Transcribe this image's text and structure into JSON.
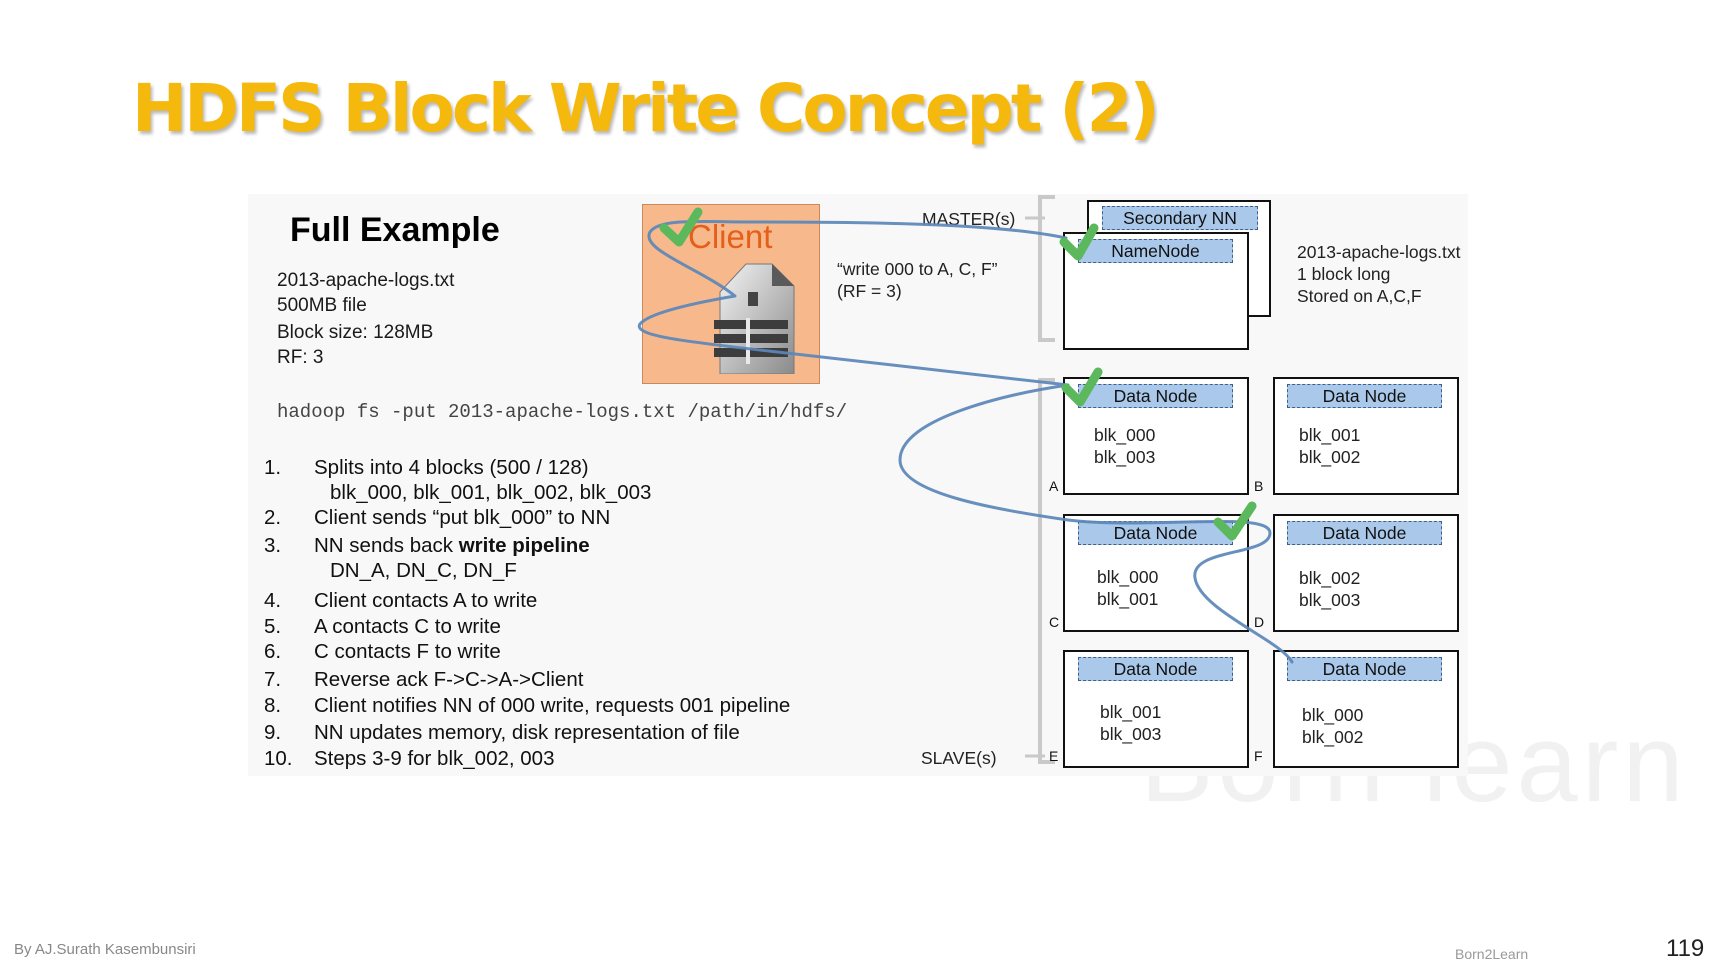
{
  "title": "HDFS Block Write Concept (2)",
  "full_example": {
    "heading": "Full Example",
    "info": [
      "2013-apache-logs.txt",
      "500MB file",
      "Block size: 128MB",
      "RF: 3"
    ],
    "command": "hadoop fs -put 2013-apache-logs.txt /path/in/hdfs/"
  },
  "steps": [
    {
      "num": "1.",
      "text": "Splits into 4 blocks (500 / 128)",
      "sub": "blk_000, blk_001, blk_002, blk_003"
    },
    {
      "num": "2.",
      "text": "Client sends “put blk_000” to NN"
    },
    {
      "num": "3.",
      "text": "NN sends back ",
      "bold": "write pipeline",
      "sub": "DN_A, DN_C, DN_F"
    },
    {
      "num": "4.",
      "text": "Client contacts A to write"
    },
    {
      "num": "5.",
      "text": "A contacts C to write"
    },
    {
      "num": "6.",
      "text": "C contacts F to write"
    },
    {
      "num": "7.",
      "text": "Reverse ack F->C->A->Client"
    },
    {
      "num": "8.",
      "text": "Client notifies NN of 000 write, requests 001 pipeline"
    },
    {
      "num": "9.",
      "text": "NN updates memory, disk representation of file"
    },
    {
      "num": "10.",
      "text": "Steps 3-9 for blk_002, 003"
    }
  ],
  "client": {
    "label": "Client"
  },
  "message": {
    "line1": "“write 000 to A, C, F”",
    "line2": "(RF = 3)"
  },
  "master_label": "MASTER(s)",
  "slave_label": "SLAVE(s)",
  "secondary_nn": "Secondary NN",
  "namenode": "NameNode",
  "file_meta": [
    "2013-apache-logs.txt",
    "1 block long",
    "Stored on A,C,F"
  ],
  "data_nodes": [
    {
      "id": "A",
      "title": "Data Node",
      "blocks": [
        "blk_000",
        "blk_003"
      ]
    },
    {
      "id": "B",
      "title": "Data Node",
      "blocks": [
        "blk_001",
        "blk_002"
      ]
    },
    {
      "id": "C",
      "title": "Data Node",
      "blocks": [
        "blk_000",
        "blk_001"
      ]
    },
    {
      "id": "D",
      "title": "Data Node",
      "blocks": [
        "blk_002",
        "blk_003"
      ]
    },
    {
      "id": "E",
      "title": "Data Node",
      "blocks": [
        "blk_001",
        "blk_003"
      ]
    },
    {
      "id": "F",
      "title": "Data Node",
      "blocks": [
        "blk_000",
        "blk_002"
      ]
    }
  ],
  "footer": {
    "author": "By AJ.Surath Kasembunsiri",
    "brand": "Born2Learn",
    "page": "119"
  },
  "colors": {
    "title": "#f5b80c",
    "node_header": "#aac8ea",
    "client_box": "#f7b88c",
    "flow_line": "#5b87b8",
    "check": "#5cb85c"
  }
}
